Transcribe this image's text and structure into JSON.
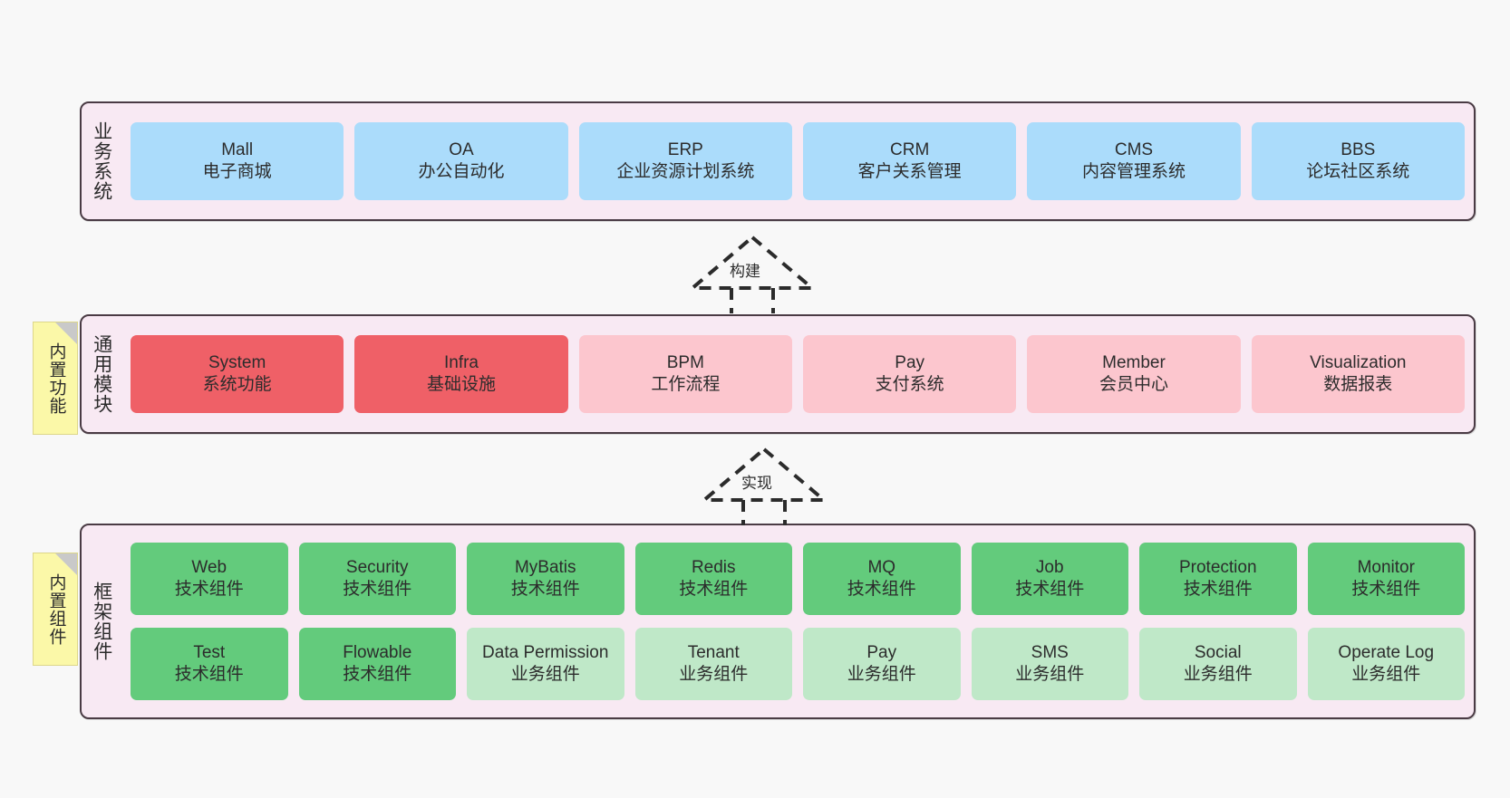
{
  "page": {
    "background": "#f8f8f8",
    "panel_background": "#f8e9f3",
    "panel_border": "#4a3b44"
  },
  "colors": {
    "business_blue": "#abdcfb",
    "module_red": "#ef6067",
    "module_pink": "#fcc6ce",
    "tech_green": "#63cb7c",
    "biz_green": "#bfe8c8",
    "note_yellow": "#fbf8a8",
    "note_fold": "#c9c9c9"
  },
  "layers": [
    {
      "id": "business-systems",
      "title": "业务系统",
      "note": null,
      "rows": [
        {
          "cards": [
            {
              "name": "mall",
              "title": "Mall",
              "subtitle": "电子商城",
              "color": "c-blue"
            },
            {
              "name": "oa",
              "title": "OA",
              "subtitle": "办公自动化",
              "color": "c-blue"
            },
            {
              "name": "erp",
              "title": "ERP",
              "subtitle": "企业资源计划系统",
              "color": "c-blue"
            },
            {
              "name": "crm",
              "title": "CRM",
              "subtitle": "客户关系管理",
              "color": "c-blue"
            },
            {
              "name": "cms",
              "title": "CMS",
              "subtitle": "内容管理系统",
              "color": "c-blue"
            },
            {
              "name": "bbs",
              "title": "BBS",
              "subtitle": "论坛社区系统",
              "color": "c-blue"
            }
          ]
        }
      ]
    },
    {
      "id": "common-modules",
      "title": "通用模块",
      "note": "内置功能",
      "rows": [
        {
          "cards": [
            {
              "name": "system",
              "title": "System",
              "subtitle": "系统功能",
              "color": "c-red"
            },
            {
              "name": "infra",
              "title": "Infra",
              "subtitle": "基础设施",
              "color": "c-red"
            },
            {
              "name": "bpm",
              "title": "BPM",
              "subtitle": "工作流程",
              "color": "c-pink"
            },
            {
              "name": "pay",
              "title": "Pay",
              "subtitle": "支付系统",
              "color": "c-pink"
            },
            {
              "name": "member",
              "title": "Member",
              "subtitle": "会员中心",
              "color": "c-pink"
            },
            {
              "name": "visualization",
              "title": "Visualization",
              "subtitle": "数据报表",
              "color": "c-pink"
            }
          ]
        }
      ]
    },
    {
      "id": "framework-components",
      "title": "框架组件",
      "note": "内置组件",
      "rows": [
        {
          "cards": [
            {
              "name": "web",
              "title": "Web",
              "subtitle": "技术组件",
              "color": "c-green-dark"
            },
            {
              "name": "security",
              "title": "Security",
              "subtitle": "技术组件",
              "color": "c-green-dark"
            },
            {
              "name": "mybatis",
              "title": "MyBatis",
              "subtitle": "技术组件",
              "color": "c-green-dark"
            },
            {
              "name": "redis",
              "title": "Redis",
              "subtitle": "技术组件",
              "color": "c-green-dark"
            },
            {
              "name": "mq",
              "title": "MQ",
              "subtitle": "技术组件",
              "color": "c-green-dark"
            },
            {
              "name": "job",
              "title": "Job",
              "subtitle": "技术组件",
              "color": "c-green-dark"
            },
            {
              "name": "protection",
              "title": "Protection",
              "subtitle": "技术组件",
              "color": "c-green-dark"
            },
            {
              "name": "monitor",
              "title": "Monitor",
              "subtitle": "技术组件",
              "color": "c-green-dark"
            }
          ]
        },
        {
          "cards": [
            {
              "name": "test",
              "title": "Test",
              "subtitle": "技术组件",
              "color": "c-green-dark"
            },
            {
              "name": "flowable",
              "title": "Flowable",
              "subtitle": "技术组件",
              "color": "c-green-dark"
            },
            {
              "name": "data-permission",
              "title": "Data Permission",
              "subtitle": "业务组件",
              "color": "c-green-light",
              "wrap": true
            },
            {
              "name": "tenant",
              "title": "Tenant",
              "subtitle": "业务组件",
              "color": "c-green-light"
            },
            {
              "name": "pay-biz",
              "title": "Pay",
              "subtitle": "业务组件",
              "color": "c-green-light"
            },
            {
              "name": "sms",
              "title": "SMS",
              "subtitle": "业务组件",
              "color": "c-green-light"
            },
            {
              "name": "social",
              "title": "Social",
              "subtitle": "业务组件",
              "color": "c-green-light"
            },
            {
              "name": "operate-log",
              "title": "Operate Log",
              "subtitle": "业务组件",
              "color": "c-green-light"
            }
          ]
        }
      ]
    }
  ],
  "arrows": [
    {
      "name": "build-arrow",
      "label": "构建"
    },
    {
      "name": "implement-arrow",
      "label": "实现"
    }
  ]
}
